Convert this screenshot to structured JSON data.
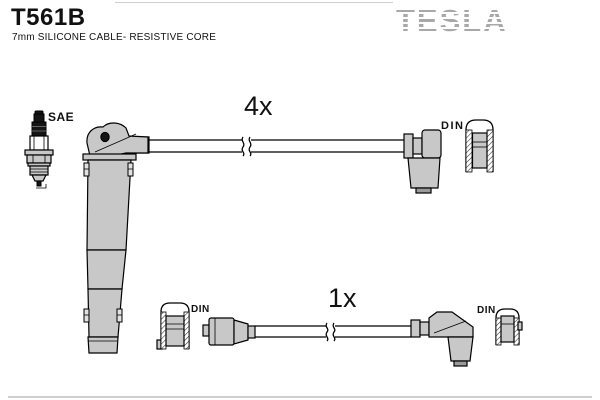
{
  "header": {
    "part_number": "T561B",
    "subtitle": "7mm SILICONE CABLE- RESISTIVE CORE",
    "brand_logo": "TESLA"
  },
  "diagram": {
    "sae_label": "SAE",
    "top_cable_qty": "4x",
    "top_din_label": "DIN",
    "bottom_cable_qty": "1x",
    "bottom_left_din_label": "DIN",
    "bottom_right_din_label": "DIN"
  },
  "colors": {
    "connector_gray": "#c8c8c8",
    "brand_gray": "#a8a8a8",
    "outline_black": "#000000"
  }
}
